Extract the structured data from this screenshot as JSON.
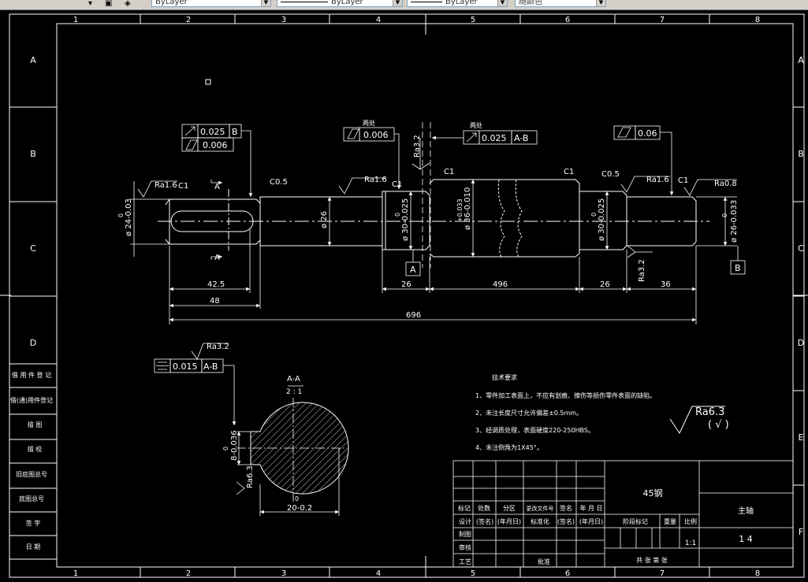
{
  "toolbar": {
    "layer_dropdown": "ByLayer",
    "linetype_dropdown": "ByLayer",
    "lineweight_dropdown": "ByLayer",
    "color_dropdown": "随颜色"
  },
  "frame": {
    "col_labels": [
      "1",
      "2",
      "3",
      "4",
      "5",
      "6",
      "7",
      "8"
    ],
    "row_labels": [
      "A",
      "B",
      "C",
      "D",
      "E",
      "F"
    ]
  },
  "side_table": [
    "借 用 件 登 记",
    "借(通)用件登记",
    "描 图",
    "描 校",
    "旧底图总号",
    "底图总号",
    "签 字",
    "日 期"
  ],
  "dims": {
    "d_left": "ø 24-0.03",
    "d_left_upper": "0",
    "d_26": "ø 26",
    "d_30a": "ø 30-0.025",
    "d_30a_upper": "0",
    "d_36": "ø 36-0.010",
    "d_36_upper": "+0.033",
    "d_30b": "ø 30-0.025",
    "d_30b_upper": "0",
    "d_right": "ø 26-0.033",
    "d_right_upper": "0",
    "len_42_5": "42.5",
    "len_48": "48",
    "len_26a": "26",
    "len_496": "496",
    "len_26b": "26",
    "len_36": "36",
    "len_696": "696",
    "chamfer_1": "C1",
    "chamfer_2": "C1",
    "chamfer_3": "C1",
    "chamfer_4": "C1",
    "chamfer_5": "C1",
    "c05a": "C0.5",
    "c05b": "C0.5"
  },
  "rough": {
    "r1": "Ra1.6",
    "r2": "Ra1.6",
    "r3": "Ra3.2",
    "r4": "Ra1.6",
    "r5": "Ra0.8",
    "r6": "Ra3.2",
    "r7": "Ra3.2",
    "r8": "Ra6.3",
    "r_general": "Ra6.3",
    "r_general_tail": "( √ )"
  },
  "gdt": {
    "f1_val": "0.025",
    "f1_ref": "B",
    "f2_val": "0.006",
    "f3_note": "两处",
    "f3_val": "0.006",
    "f4_note": "两处",
    "f4_val": "0.025",
    "f4_ref": "A-B",
    "f5_val": "0.06",
    "f6_val": "0.015",
    "f6_ref": "A-B"
  },
  "datums": {
    "a": "A",
    "b": "B"
  },
  "section": {
    "label_a_top": "A",
    "label_a_bottom": "A",
    "title": "A-A",
    "scale": "2 : 1",
    "key_dim": "8-0.036",
    "key_dim_upper": "0",
    "width_dim": "20-0.2",
    "width_dim_upper": "0"
  },
  "notes": {
    "title": "技术要求",
    "items": [
      "1、零件加工表面上，不应有划痕、擦伤等损伤零件表面的缺陷。",
      "2、未注长度尺寸允许偏差±0.5mm。",
      "3、经调质处理，表面硬度220-250HBS。",
      "4、未注倒角为1X45°。"
    ]
  },
  "title_block": {
    "material": "45钢",
    "part_name": "主轴",
    "drawing_no": "1 4",
    "scale": "1:1",
    "h_mark": "标记",
    "h_count": "处数",
    "h_zone": "分区",
    "h_docno": "更改文件号",
    "h_sign": "签名",
    "h_date": "年 月 日",
    "h_design": "设计",
    "h_signname": "(签名)",
    "h_yymmdd": "(年月日)",
    "h_std": "标准化",
    "h_signname2": "(签名)",
    "h_yymmdd2": "(年月日)",
    "h_stage": "阶段标记",
    "h_weight": "重量",
    "h_ratio": "比例",
    "h_draw": "制图",
    "h_check": "审核",
    "h_process": "工艺",
    "h_approve": "批准",
    "h_sheets": "共  张  第  张"
  }
}
